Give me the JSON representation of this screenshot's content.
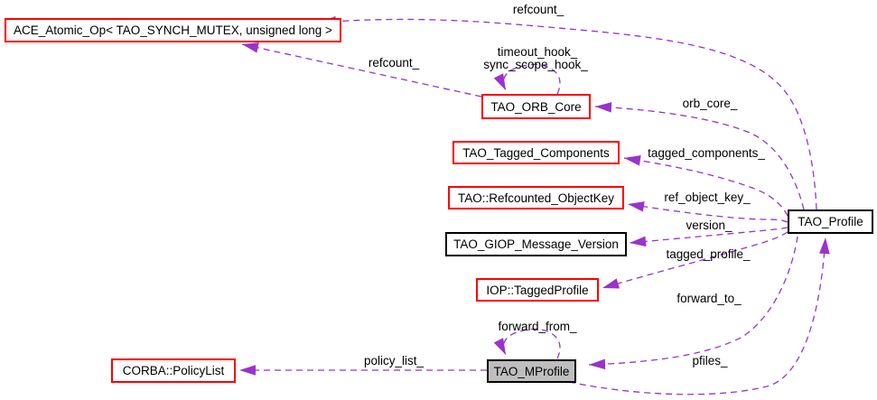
{
  "diagram": {
    "kind": "class-collaboration-graph",
    "colors": {
      "edge": "#9a32cd",
      "link_node_border": "#ff0000",
      "plain_node_border": "#000000",
      "current_node_fill": "#bebebe",
      "background": "#ffffff",
      "text": "#000000"
    },
    "nodes": [
      {
        "id": "ace-atomic-op",
        "label": "ACE_Atomic_Op< TAO_SYNCH_MUTEX, unsigned long >"
      },
      {
        "id": "tao-orb-core",
        "label": "TAO_ORB_Core"
      },
      {
        "id": "tao-tagged-components",
        "label": "TAO_Tagged_Components"
      },
      {
        "id": "tao-refcounted-objectkey",
        "label": "TAO::Refcounted_ObjectKey"
      },
      {
        "id": "tao-giop-message-version",
        "label": "TAO_GIOP_Message_Version"
      },
      {
        "id": "iop-taggedprofile",
        "label": "IOP::TaggedProfile"
      },
      {
        "id": "tao-mprofile",
        "label": "TAO_MProfile"
      },
      {
        "id": "corba-policylist",
        "label": "CORBA::PolicyList"
      },
      {
        "id": "tao-profile",
        "label": "TAO_Profile"
      }
    ],
    "edges": [
      {
        "from": "tao-profile",
        "to": "ace-atomic-op",
        "label": "refcount_"
      },
      {
        "from": "tao-orb-core",
        "to": "ace-atomic-op",
        "label": "refcount_"
      },
      {
        "from": "tao-orb-core",
        "to": "tao-orb-core",
        "label_lines": [
          "timeout_hook_",
          "sync_scope_hook_"
        ]
      },
      {
        "from": "tao-profile",
        "to": "tao-orb-core",
        "label": "orb_core_"
      },
      {
        "from": "tao-profile",
        "to": "tao-tagged-components",
        "label": "tagged_components_"
      },
      {
        "from": "tao-profile",
        "to": "tao-refcounted-objectkey",
        "label": "ref_object_key_"
      },
      {
        "from": "tao-profile",
        "to": "tao-giop-message-version",
        "label": "version_"
      },
      {
        "from": "tao-profile",
        "to": "iop-taggedprofile",
        "label": "tagged_profile_"
      },
      {
        "from": "tao-profile",
        "to": "tao-mprofile",
        "label": "forward_to_"
      },
      {
        "from": "tao-mprofile",
        "to": "tao-mprofile",
        "label": "forward_from_"
      },
      {
        "from": "tao-mprofile",
        "to": "tao-profile",
        "label": "pfiles_"
      },
      {
        "from": "tao-mprofile",
        "to": "corba-policylist",
        "label": "policy_list_"
      }
    ]
  }
}
